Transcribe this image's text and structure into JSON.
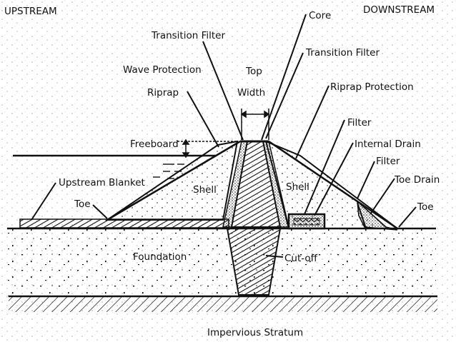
{
  "labels": {
    "upstream": "UPSTREAM",
    "downstream": "DOWNSTREAM",
    "core": "Core",
    "transition_filter_left": "Transition Filter",
    "transition_filter_right": "Transition Filter",
    "wave_protection": "Wave Protection",
    "riprap": "Riprap",
    "top": "Top",
    "width": "Width",
    "riprap_protection": "Riprap Protection",
    "filter_top": "Filter",
    "internal_drain": "Internal Drain",
    "filter_right": "Filter",
    "toe_drain": "Toe Drain",
    "freeboard": "Freeboard",
    "upstream_blanket": "Upstream Blanket",
    "toe_left": "Toe",
    "toe_right": "Toe",
    "shell_left": "Shell",
    "shell_right": "Shell",
    "foundation": "Foundation",
    "cut_off": "Cut-off",
    "impervious_stratum": "Impervious Stratum"
  },
  "colors": {
    "ink": "#111111",
    "background": "#ffffff",
    "stipple": "#555555"
  }
}
